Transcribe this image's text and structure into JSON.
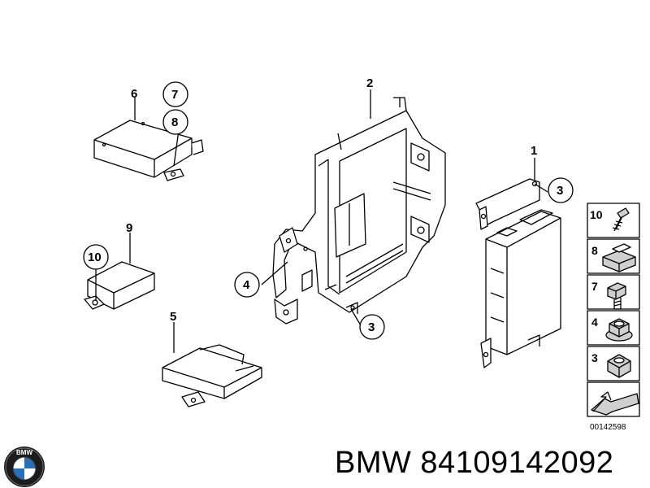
{
  "callouts": {
    "c1": "1",
    "c2": "2",
    "c3a": "3",
    "c3b": "3",
    "c4": "4",
    "c5": "5",
    "c6": "6",
    "c7": "7",
    "c8": "8",
    "c9": "9",
    "c10": "10"
  },
  "legend": [
    {
      "num": "10",
      "icon": "screw-icon"
    },
    {
      "num": "8",
      "icon": "clip-nut-icon"
    },
    {
      "num": "7",
      "icon": "bolt-icon"
    },
    {
      "num": "4",
      "icon": "flange-nut-icon"
    },
    {
      "num": "3",
      "icon": "hex-nut-icon"
    },
    {
      "num": "",
      "icon": "arrow-symbol-icon"
    }
  ],
  "diagram_code": "00142598",
  "logo_text": "BMW",
  "brand_line": "BMW 84109142092",
  "colors": {
    "line": "#000000",
    "fill": "#ffffff",
    "shade": "#cfcfcf"
  }
}
